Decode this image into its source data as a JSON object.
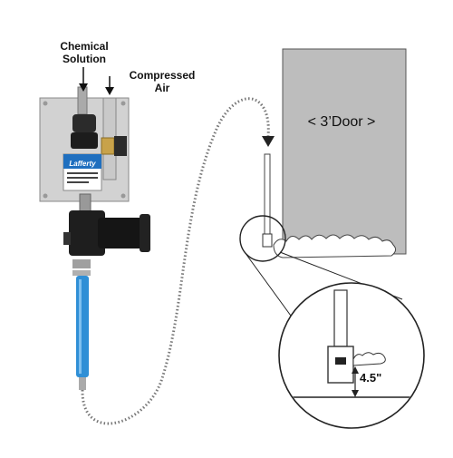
{
  "labels": {
    "chemical_solution": "Chemical Solution",
    "compressed_air": "Compressed Air",
    "door": "< 3’Door >",
    "height": "4.5\"",
    "brand": "Lafferty"
  },
  "colors": {
    "door_fill": "#bdbdbd",
    "panel_fill": "#d2d2d2",
    "wand_blue": "#2f8fd6",
    "foam": "#ffffff",
    "outline": "#333333"
  },
  "icons": {
    "chemical_arrow": "arrow-down-icon",
    "air_arrow": "arrow-down-icon",
    "hose_arrow": "arrow-down-icon",
    "height_arrow": "double-arrow-vertical-icon"
  }
}
